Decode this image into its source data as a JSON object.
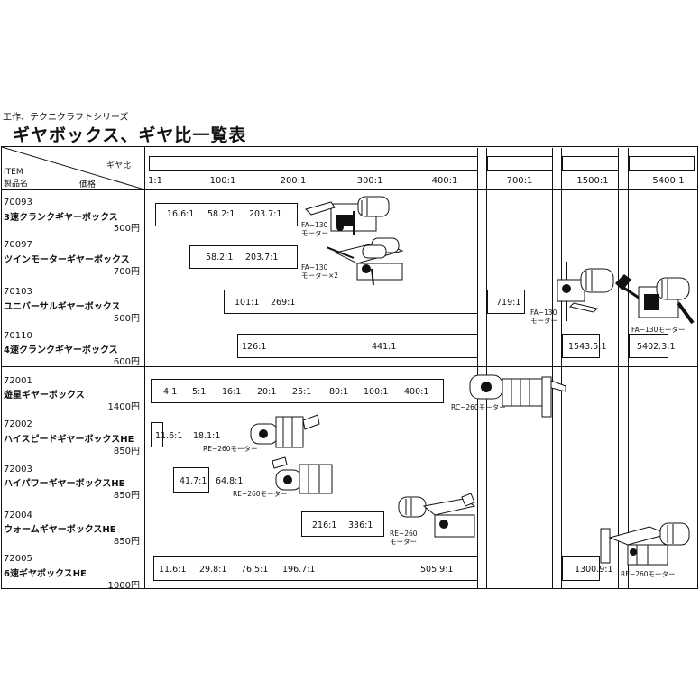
{
  "series": "工作、テクニクラフトシリーズ",
  "title": "ギヤボックス、ギヤ比一覧表",
  "header": {
    "ratio_label": "ギヤ比",
    "item_label": "ITEM",
    "name_label": "製品名",
    "price_label": "価格"
  },
  "scale_ticks": [
    "1:1",
    "100:1",
    "200:1",
    "300:1",
    "400:1",
    "700:1",
    "1500:1",
    "5400:1"
  ],
  "products": [
    {
      "code": "70093",
      "name": "3速クランクギヤーボックス",
      "price": "500円",
      "ratios": [
        "16.6:1",
        "58.2:1",
        "203.7:1"
      ],
      "motor": "FA−130\nモーター"
    },
    {
      "code": "70097",
      "name": "ツインモーターギヤーボックス",
      "price": "700円",
      "ratios": [
        "58.2:1",
        "203.7:1"
      ],
      "motor": "FA−130\nモーター×2"
    },
    {
      "code": "70103",
      "name": "ユニバーサルギヤーボックス",
      "price": "500円",
      "ratios": [
        "101:1",
        "269:1",
        "719:1"
      ],
      "motor": "FA−130\nモーター"
    },
    {
      "code": "70110",
      "name": "4速クランクギヤーボックス",
      "price": "600円",
      "ratios": [
        "126:1",
        "441:1",
        "1543.5:1",
        "5402.3:1"
      ],
      "motor": "FA−130モーター"
    },
    {
      "code": "72001",
      "name": "遊星ギヤーボックス",
      "price": "1400円",
      "ratios": [
        "4:1",
        "5:1",
        "16:1",
        "20:1",
        "25:1",
        "80:1",
        "100:1",
        "400:1"
      ],
      "motor": "RC−260モーター"
    },
    {
      "code": "72002",
      "name": "ハイスピードギヤーボックスHE",
      "price": "850円",
      "ratios": [
        "11.6:1",
        "18.1:1"
      ],
      "motor": "RE−260モーター"
    },
    {
      "code": "72003",
      "name": "ハイパワーギヤーボックスHE",
      "price": "850円",
      "ratios": [
        "41.7:1",
        "64.8:1"
      ],
      "motor": "RE−260モーター"
    },
    {
      "code": "72004",
      "name": "ウォームギヤーボックスHE",
      "price": "850円",
      "ratios": [
        "216:1",
        "336:1"
      ],
      "motor": "RE−260\nモーター"
    },
    {
      "code": "72005",
      "name": "6速ギヤボックスHE",
      "price": "1000円",
      "ratios": [
        "11.6:1",
        "29.8:1",
        "76.5:1",
        "196.7:1",
        "505.9:1",
        "1300.9:1"
      ],
      "motor": "RE−260モーター"
    }
  ]
}
